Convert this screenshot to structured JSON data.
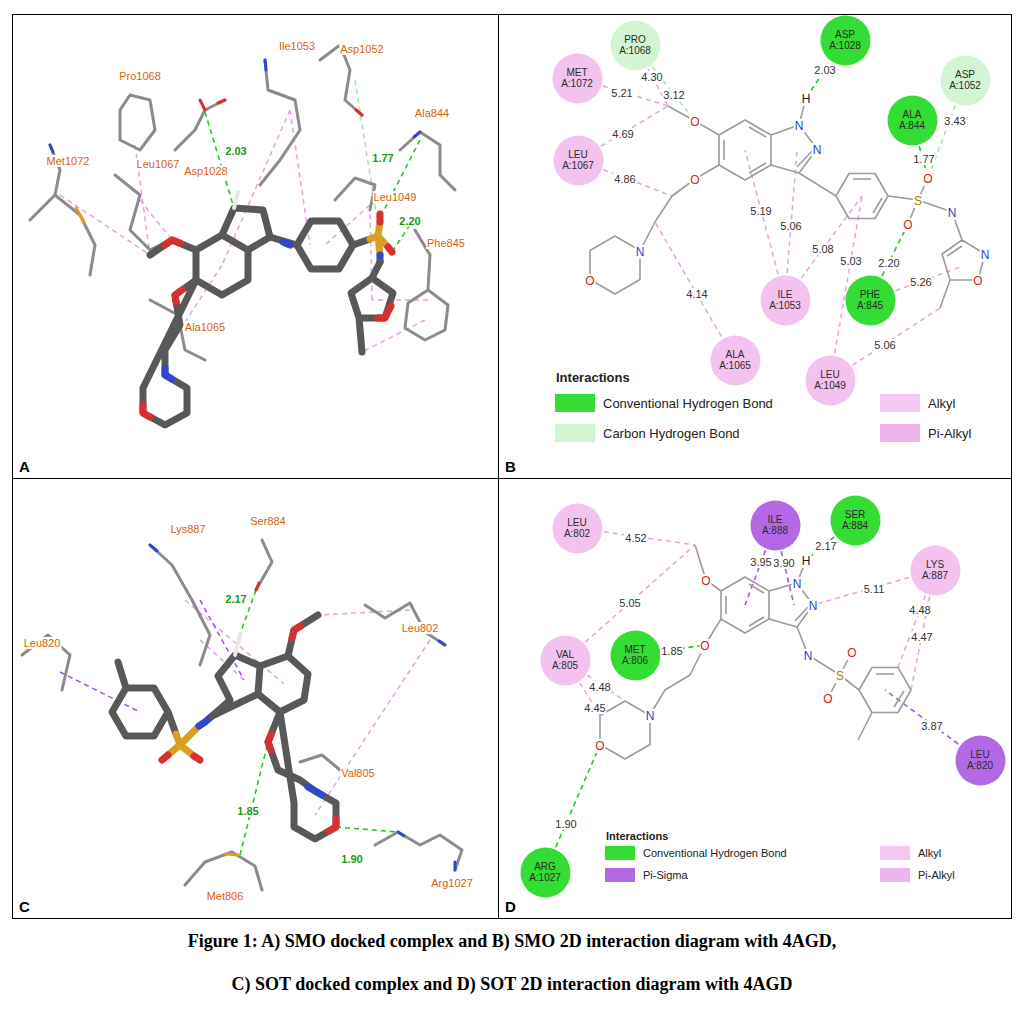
{
  "diagram": {
    "caption": "Figure 1: A) SMO docked complex and B) SMO 2D interaction diagram with 4AGD, C) SOT docked complex and D) SOT 2D interaction diagram with 4AGD",
    "nodes": [
      {
        "text": [
          "A"
        ]
      },
      {
        "text": [
          "B"
        ]
      },
      {
        "text": [
          "MET A:1072"
        ],
        "in": 1
      },
      {
        "text": [
          "PRO A:1068"
        ],
        "in": 1
      },
      {
        "text": [
          "ASP A:1028"
        ],
        "in": 1
      },
      {
        "text": [
          "ASP A:1052"
        ],
        "in": 1
      },
      {
        "text": [
          "ALA A:844"
        ],
        "in": 1
      },
      {
        "text": [
          "LEU A:1067"
        ],
        "in": 1
      },
      {
        "text": [
          "ILE A:1053"
        ],
        "in": 1
      },
      {
        "text": [
          "PHE A:845"
        ],
        "in": 1
      },
      {
        "text": [
          "ALA A:1065"
        ],
        "in": 1
      },
      {
        "text": [
          "LEU A:1049"
        ],
        "in": 1
      },
      {
        "text": [
          "C"
        ]
      },
      {
        "text": [
          "D"
        ]
      },
      {
        "text": [
          "LEU A:802"
        ],
        "in": 13
      },
      {
        "text": [
          "ILE A:888"
        ],
        "in": 13
      },
      {
        "text": [
          "SER A:884"
        ],
        "in": 13
      },
      {
        "text": [
          "LYS A:887"
        ],
        "in": 13
      },
      {
        "text": [
          "VAL A:805"
        ],
        "in": 13
      },
      {
        "text": [
          "MET A:806"
        ],
        "in": 13
      },
      {
        "text": [
          "LEU A:820"
        ],
        "in": 13
      },
      {
        "text": [
          "ARG A:1027"
        ],
        "in": 13
      }
    ],
    "labels": [
      "Met1072",
      "Pro1068",
      "Ile1053",
      "Asp1052",
      "Leu1067",
      "Asp1028",
      "2.03",
      "1.77",
      "Ala844",
      "Leu1049",
      "2.20",
      "Phe845",
      "Ala1065",
      "H",
      "N",
      "N",
      "O",
      "O",
      "N",
      "O",
      "S",
      "O",
      "O",
      "N",
      "N",
      "O",
      "5.21",
      "4.30",
      "3.12",
      "2.03",
      "4.69",
      "4.86",
      "5.19",
      "5.06",
      "3.43",
      "1.77",
      "5.08",
      "5.03",
      "2.20",
      "4.14",
      "5.26",
      "5.06",
      "Interactions",
      "Lys887",
      "Ser884",
      "2.17",
      "Leu820",
      "Leu802",
      "1.85",
      "Val805",
      "Met806",
      "1.90",
      "Arg1027",
      "O",
      "O",
      "N",
      "O",
      "H",
      "N",
      "N",
      "N",
      "S",
      "O",
      "O",
      "4.52",
      "3.95",
      "3.90",
      "2.17",
      "5.11",
      "4.48",
      "4.47",
      "3.87",
      "5.05",
      "1.85",
      "4.48",
      "4.45",
      "1.90",
      "Interactions"
    ],
    "legend": [
      {
        "text": "Conventional Hydrogen Bond",
        "color": "#33dd33"
      },
      {
        "text": "Carbon Hydrogen Bond",
        "color": "#d4f5d4"
      },
      {
        "text": "Alkyl",
        "color": "#f6c9f2"
      },
      {
        "text": "Pi-Alkyl",
        "color": "#eeb4ec"
      },
      {
        "text": "Conventional Hydrogen Bond",
        "color": "#33dd33"
      },
      {
        "text": "Pi-Sigma",
        "color": "#b368e6"
      },
      {
        "text": "Alkyl",
        "color": "#f6c9f2"
      },
      {
        "text": "Pi-Alkyl",
        "color": "#eeb4ec"
      }
    ]
  }
}
